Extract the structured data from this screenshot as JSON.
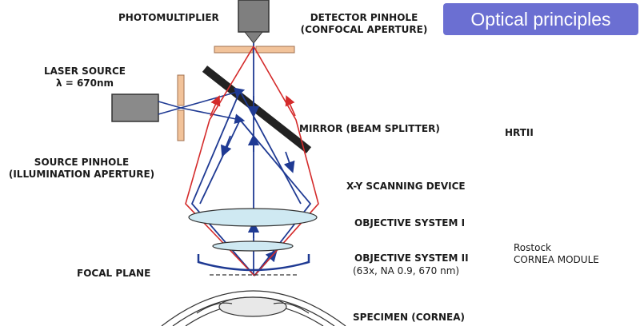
{
  "title": "Optical principles",
  "labels": {
    "photomultiplier": "PHOTOMULTIPLIER",
    "detector_pinhole_1": "DETECTOR PINHOLE",
    "detector_pinhole_2": "(CONFOCAL APERTURE)",
    "laser_source_1": "LASER SOURCE",
    "laser_source_2": "λ = 670nm",
    "mirror": "MIRROR (BEAM SPLITTER)",
    "hrtii": "HRTII",
    "source_pinhole_1": "SOURCE PINHOLE",
    "source_pinhole_2": "(ILLUMINATION APERTURE)",
    "xy_scanning": "X-Y SCANNING DEVICE",
    "objective_1": "OBJECTIVE SYSTEM I",
    "objective_2": "OBJECTIVE SYSTEM II",
    "objective_2_spec": "(63x, NA 0.9, 670 nm)",
    "rostock_1": "Rostock",
    "rostock_2": "CORNEA MODULE",
    "focal_plane": "FOCAL PLANE",
    "specimen": "SPECIMEN (CORNEA)"
  },
  "colors": {
    "title_bg": "#6b6fd2",
    "ray_blue": "#1f3a93",
    "ray_red": "#d42a2a",
    "pinhole": "#f2c39a",
    "lens": "#cfe9f2",
    "box": "#8a8a8a"
  }
}
